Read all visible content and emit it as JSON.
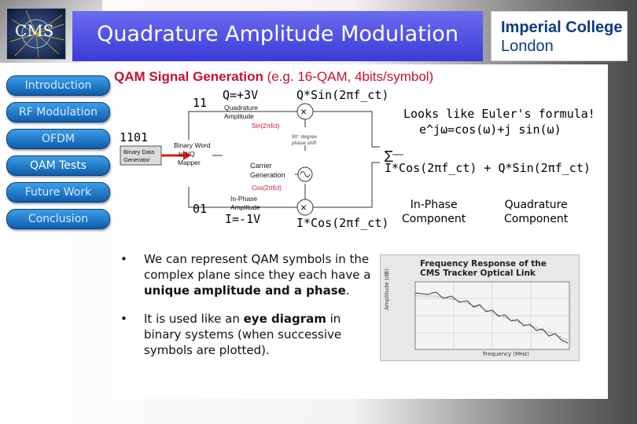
{
  "header": {
    "title": "Quadrature Amplitude Modulation",
    "cms_logo_text": "CMS",
    "institution_line1": "Imperial College",
    "institution_line2": "London"
  },
  "nav": {
    "items": [
      {
        "label": "Introduction"
      },
      {
        "label": "RF Modulation"
      },
      {
        "label": "OFDM"
      },
      {
        "label": "QAM Tests"
      },
      {
        "label": "Future Work"
      },
      {
        "label": "Conclusion"
      }
    ]
  },
  "slide": {
    "heading": "QAM Signal Generation",
    "heading_note": "(e.g. 16-QAM, 4bits/symbol)",
    "euler_line1": "Looks like Euler's formula!",
    "euler_line2": "e^jω=cos(ω)+j sin(ω)",
    "sum_label": "I*Cos(2πf_ct) + Q*Sin(2πf_ct)",
    "q_value": "Q=+3V",
    "q_product": "Q*Sin(2πf_ct)",
    "bits_q": "11",
    "bits_word": "1101",
    "bits_i": "01",
    "i_value": "I=-1V",
    "i_product": "I*Cos(2πf_ct)",
    "inphase_line1": "In-Phase",
    "inphase_line2": "Component",
    "quad_line1": "Quadrature",
    "quad_line2": "Component"
  },
  "diagram": {
    "binary_data_gen_line1": "Binary Data",
    "binary_data_gen_line2": "Generator",
    "mapper_line1": "Binary Word",
    "mapper_line2": "to I/Q",
    "mapper_line3": "Mapper",
    "q_amp_line1": "Quadrature",
    "q_amp_line2": "Amplitude",
    "sin_label": "Sin(2πfct)",
    "phase_shift_line1": "90° degree",
    "phase_shift_line2": "phase shift",
    "carrier_line1": "Carrier",
    "carrier_line2": "Generation",
    "cos_label": "Cos(2πfct)",
    "i_amp_line1": "In-Phase",
    "i_amp_line2": "Amplitude",
    "sigma": "Σ"
  },
  "bullets": [
    {
      "text_plain": "We can represent QAM symbols in the complex plane since they each have a ",
      "text_bold1": "unique amplitude and a phase",
      "text_end": "."
    },
    {
      "text_plain": "It is used like an ",
      "text_bold1": "eye diagram",
      "text_end": " in binary systems (when successive symbols are plotted)."
    }
  ],
  "freq_plot": {
    "title_line1": "Frequency Response of the",
    "title_line2": "CMS Tracker Optical Link",
    "ylabel": "Amplitude (dB)",
    "xlabel": "Frequency (MHz)"
  }
}
